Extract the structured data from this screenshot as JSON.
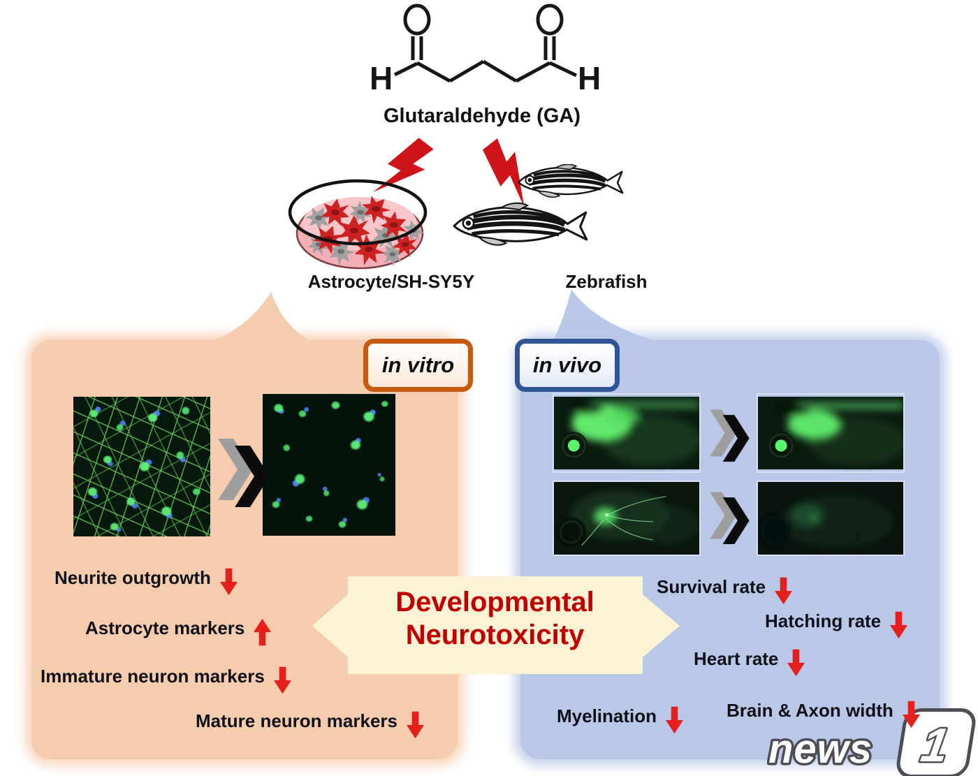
{
  "figure": {
    "compound": {
      "name": "Glutaraldehyde (GA)",
      "atoms": {
        "o_left": "O",
        "o_right": "O",
        "h_left": "H",
        "h_right": "H"
      }
    },
    "models": {
      "in_vitro_model": "Astrocyte/SH-SY5Y",
      "in_vivo_model": "Zebrafish"
    },
    "sections": {
      "in_vitro": {
        "badge": "in vitro",
        "findings": [
          {
            "label": "Neurite outgrowth",
            "direction": "down"
          },
          {
            "label": "Astrocyte markers",
            "direction": "up"
          },
          {
            "label": "Immature neuron markers",
            "direction": "down"
          },
          {
            "label": "Mature neuron markers",
            "direction": "down"
          }
        ]
      },
      "in_vivo": {
        "badge": "in vivo",
        "findings": [
          {
            "label": "Survival rate",
            "direction": "down"
          },
          {
            "label": "Hatching rate",
            "direction": "down"
          },
          {
            "label": "Heart rate",
            "direction": "down"
          },
          {
            "label": "Myelination",
            "direction": "down"
          },
          {
            "label": "Brain & Axon width",
            "direction": "down"
          }
        ]
      }
    },
    "center_banner": {
      "line1": "Developmental",
      "line2": "Neurotoxicity"
    },
    "watermark": {
      "brand": "news",
      "brand_number": "1"
    },
    "colors": {
      "in_vitro_panel": "#F6CCAE",
      "in_vivo_panel": "#B9C8E6",
      "in_vitro_border": "#C55A11",
      "in_vivo_border": "#2F5597",
      "banner_fill": "#FCF2D4",
      "banner_text": "#C00000",
      "arrow_red": "#E5201C",
      "lightning_red": "#CE1418"
    }
  }
}
